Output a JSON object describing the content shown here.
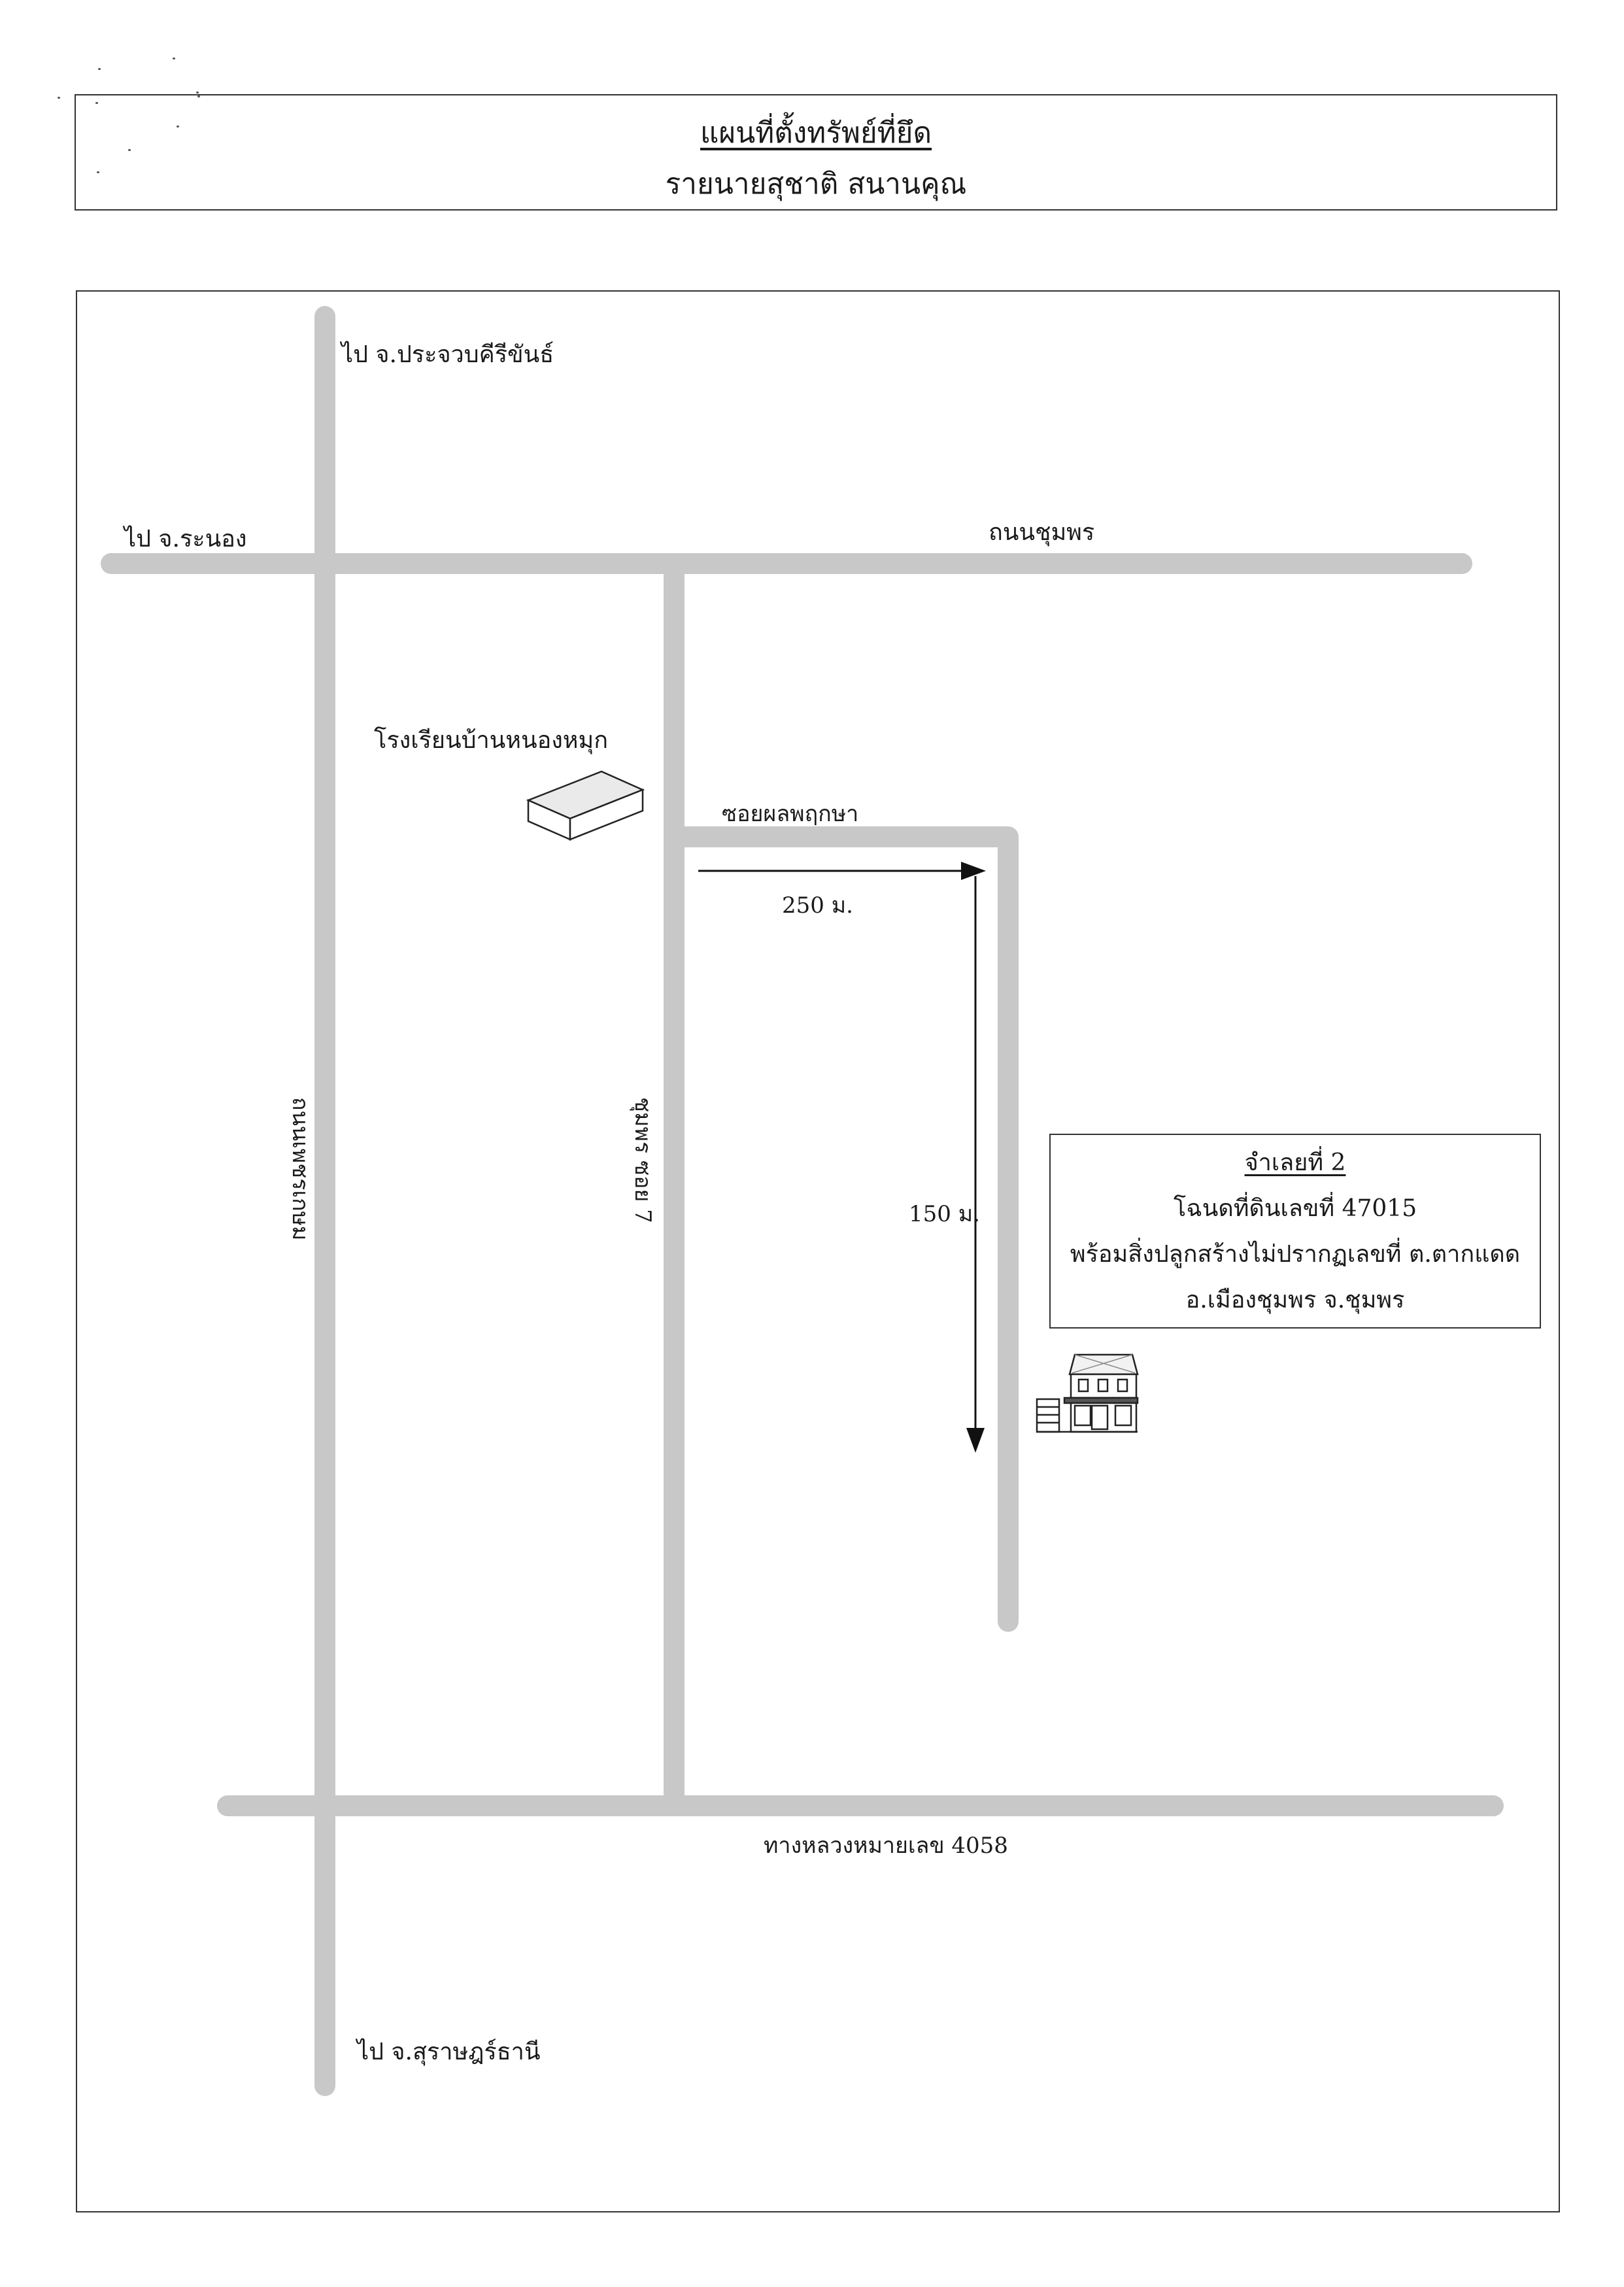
{
  "header": {
    "title": "แผนที่ตั้งทรัพย์ที่ยึด",
    "subtitle": "รายนายสุชาติ สนานคุณ"
  },
  "map": {
    "labels": {
      "north_dest": "ไป จ.ประจวบคีรีขันธ์",
      "west_dest": "ไป จ.ระนอง",
      "main_road": "ถนนชุมพร",
      "school": "โรงเรียนบ้านหนองหมุก",
      "alley": "ซอยผลพฤกษา",
      "distance_east": "250 ม.",
      "distance_south": "150 ม.",
      "left_road": "ถนนเพชรเกษม",
      "soi7": "ชุมพร ซอย 7",
      "highway": "ทางหลวงหมายเลข 4058",
      "south_dest": "ไป จ.สุราษฎร์ธานี"
    },
    "road_color": "#c8c8c8",
    "info": {
      "lot": "จำเลยที่ 2",
      "deed": "โฉนดที่ดินเลขที่ 47015",
      "building": "พร้อมสิ่งปลูกสร้างไม่ปรากฏเลขที่ ต.ตากแดด",
      "district": "อ.เมืองชุมพร จ.ชุมพร"
    }
  }
}
